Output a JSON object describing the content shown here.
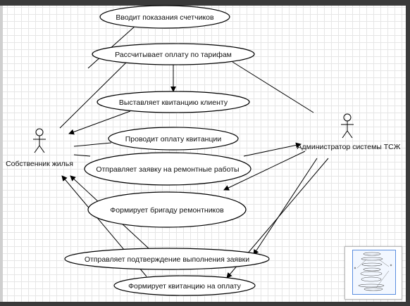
{
  "diagram": {
    "type": "use-case",
    "actors": [
      {
        "id": "owner",
        "label": "Собственник жилья"
      },
      {
        "id": "admin",
        "label": "Администратор системы ТСЖ"
      }
    ],
    "use_cases": [
      {
        "id": "uc1",
        "label": "Вводит показания счетчиков"
      },
      {
        "id": "uc2",
        "label": "Рассчитывает оплату по тарифам"
      },
      {
        "id": "uc3",
        "label": "Выставляет квитанцию клиенту"
      },
      {
        "id": "uc4",
        "label": "Проводит оплату квитанции"
      },
      {
        "id": "uc5",
        "label": "Отправляет заявку на ремонтные работы"
      },
      {
        "id": "uc6",
        "label": "Формирует бригаду ремонтников"
      },
      {
        "id": "uc7",
        "label": "Отправляет подтверждение выполнения заявки"
      },
      {
        "id": "uc8",
        "label": "Формирует квитанцию на оплату"
      }
    ]
  },
  "minimap": {
    "icon": "minimap-preview"
  }
}
